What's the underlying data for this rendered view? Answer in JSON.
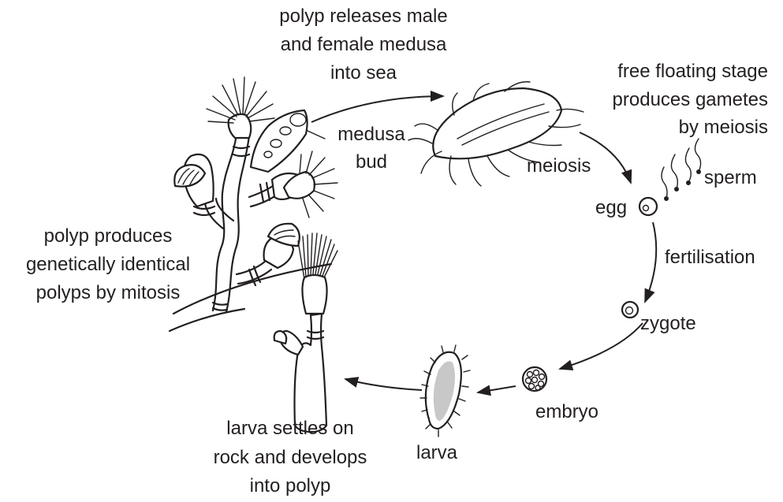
{
  "labels": {
    "polyp_releases": [
      "polyp releases male",
      "and female medusa",
      "into sea"
    ],
    "free_floating": [
      "free floating stage",
      "produces gametes",
      "by meiosis"
    ],
    "medusa_bud": [
      "medusa",
      "bud"
    ],
    "meiosis": "meiosis",
    "sperm": "sperm",
    "egg": "egg",
    "fertilisation": "fertilisation",
    "zygote": "zygote",
    "embryo": "embryo",
    "larva": "larva",
    "larva_settles": [
      "larva settles on",
      "rock and develops",
      "into polyp"
    ],
    "polyp_produces": [
      "polyp produces",
      "genetically identical",
      "polyps by mitosis"
    ]
  },
  "colors": {
    "ink": "#231f20",
    "larva_fill": "#c8c8c8"
  }
}
